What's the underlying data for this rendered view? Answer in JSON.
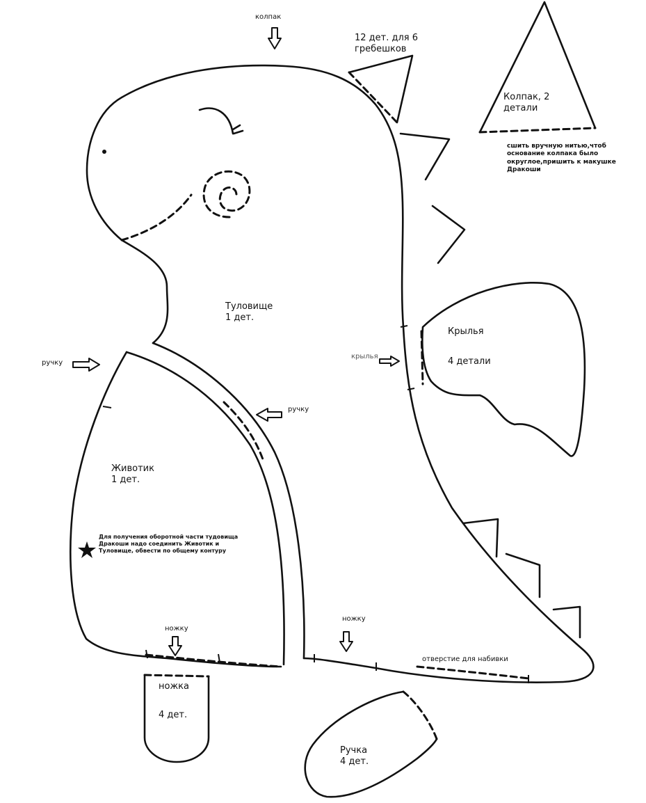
{
  "labels": {
    "kolpak_arrow": "колпак",
    "combs": "12 дет. для 6\nгребешков",
    "kolpak_piece": "Колпак, 2\nдетали",
    "kolpak_note": "сшить вручную нитью,чтоб\nоснование колпака было\nокруглое,пришить к макушке\nДракоши",
    "body": "Туловище\n1 дет.",
    "wings": "Крылья",
    "wings_count": "4 детали",
    "wings_arrow": "крылья",
    "ruchku_left": "ручку",
    "ruchku_right": "ручку",
    "belly": "Животик\n1 дет.",
    "star_note": "Для получения оборотной части тудовища\nДракоши надо соединить Животик и\nТуловище, обвести по общему контуру",
    "nozhku_left": "ножку",
    "nozhku_right": "ножку",
    "stuffing_hole": "отверстие для набивки",
    "leg": "ножка",
    "leg_count": "4 дет.",
    "hand": "Ручка\n4 дет."
  },
  "icons": {
    "star": "star-icon",
    "arrow_down": "arrow-down-icon",
    "arrow_right": "arrow-right-icon",
    "arrow_left": "arrow-left-icon"
  },
  "colors": {
    "ink": "#111111",
    "paper": "#ffffff"
  }
}
